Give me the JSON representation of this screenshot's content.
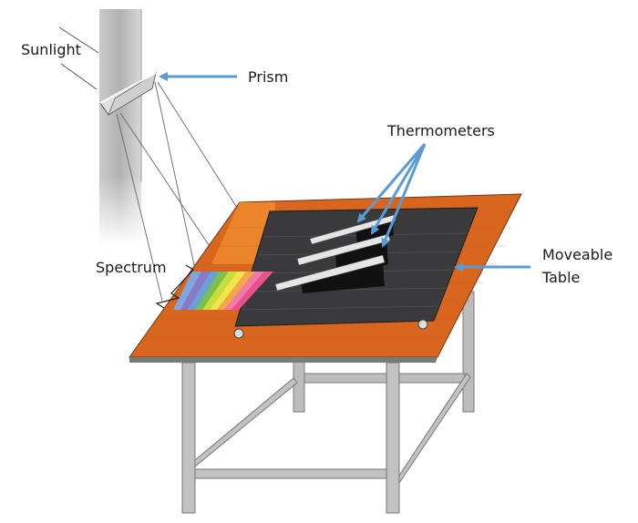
{
  "diagram": {
    "labels": {
      "sunlight": "Sunlight",
      "prism": "Prism",
      "thermometers": "Thermometers",
      "spectrum": "Spectrum",
      "moveable_table_line1": "Moveable",
      "moveable_table_line2": "Table"
    },
    "colors": {
      "arrow": "#5b9bd5",
      "table_top": "#d9661f",
      "table_top_light": "#ee8a2e",
      "black_mat": "#3a3a3c",
      "thermometer_body": "#e6e6e6",
      "leg": "#b5b5b5",
      "wall": "#bdbdbd"
    },
    "spectrum_bands": [
      "#7fa6e0",
      "#8a78c8",
      "#6aa0d8",
      "#7cc04f",
      "#c7df3c",
      "#f0e54a",
      "#f5a64a",
      "#f07aa8",
      "#e8508e"
    ]
  }
}
